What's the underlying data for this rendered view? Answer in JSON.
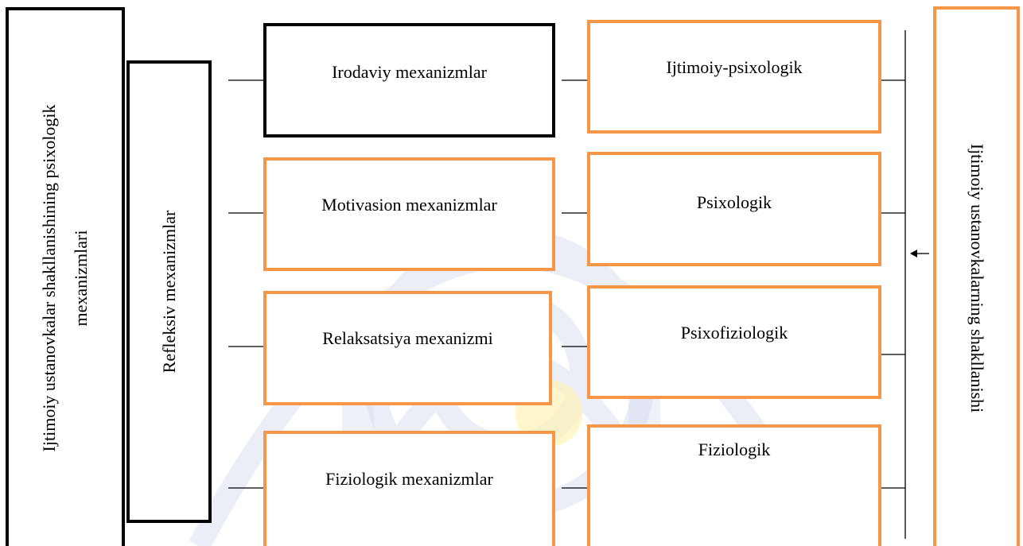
{
  "main_box": {
    "line1": "Ijtimoiy ustanovkalar shakllanishining psixologik",
    "line2": "mexanizmlari"
  },
  "reflexive_box": {
    "label": "Refleksiv mexanizmlar"
  },
  "mechanisms": [
    {
      "label": "Irodaviy mexanizmlar",
      "border": "black"
    },
    {
      "label": "Motivasion mexanizmlar",
      "border": "orange"
    },
    {
      "label": "Relaksatsiya mexanizmi",
      "border": "orange"
    },
    {
      "label": "Fiziologik mexanizmlar",
      "border": "orange"
    }
  ],
  "levels": [
    {
      "label": "Ijtimoiy-psixologik"
    },
    {
      "label": "Psixologik"
    },
    {
      "label": "Psixofiziologik"
    },
    {
      "label": "Fiziologik"
    }
  ],
  "right_box": {
    "label": "Ijtimoiy ustanovkalarning shakllanishi"
  },
  "colors": {
    "orange_border": "#f79646",
    "black_border": "#000000",
    "watermark": "#b8c2e0",
    "watermark_yellow": "#fff2a8"
  }
}
